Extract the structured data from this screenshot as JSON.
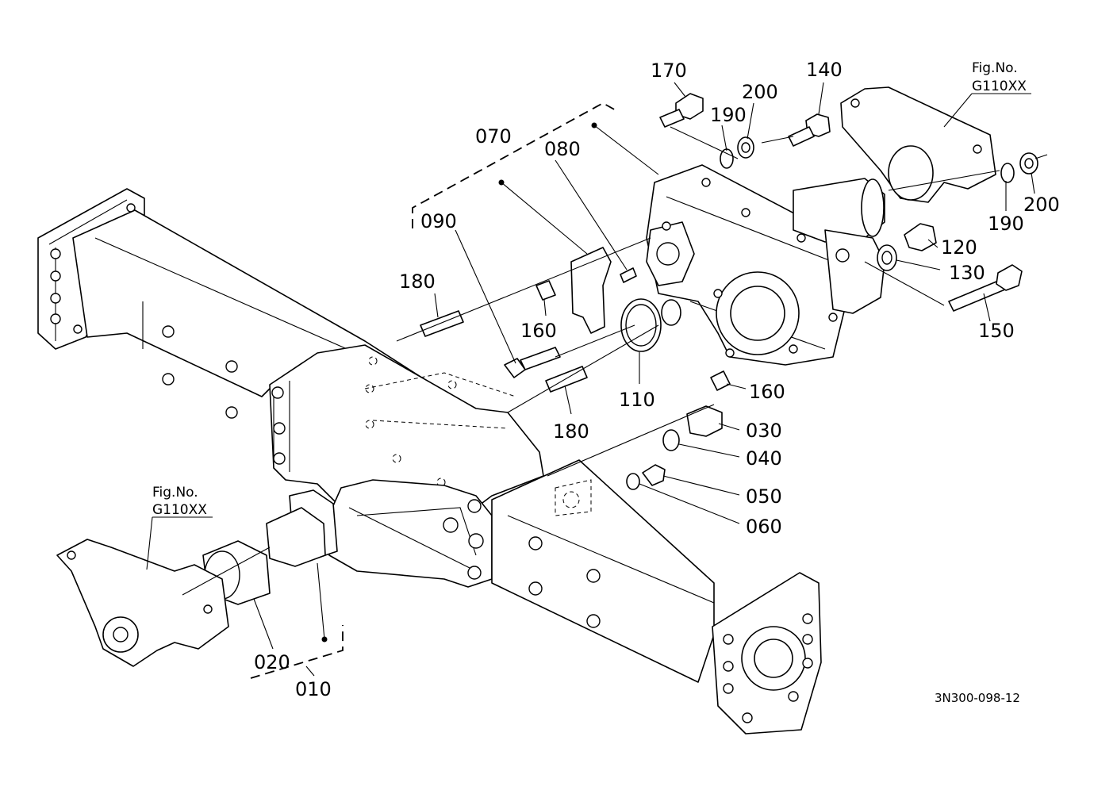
{
  "drawing_ref": "3N300-098-12",
  "fig_refs": [
    {
      "title": "Fig.No.",
      "code": "G110XX"
    },
    {
      "title": "Fig.No.",
      "code": "G110XX"
    }
  ],
  "callouts": {
    "p010": "010",
    "p020": "020",
    "p030": "030",
    "p040": "040",
    "p050": "050",
    "p060": "060",
    "p070": "070",
    "p080": "080",
    "p090": "090",
    "p110": "110",
    "p120": "120",
    "p130": "130",
    "p140": "140",
    "p150": "150",
    "p160a": "160",
    "p160b": "160",
    "p170": "170",
    "p180a": "180",
    "p180b": "180",
    "p190a": "190",
    "p190b": "190",
    "p200a": "200",
    "p200b": "200"
  }
}
